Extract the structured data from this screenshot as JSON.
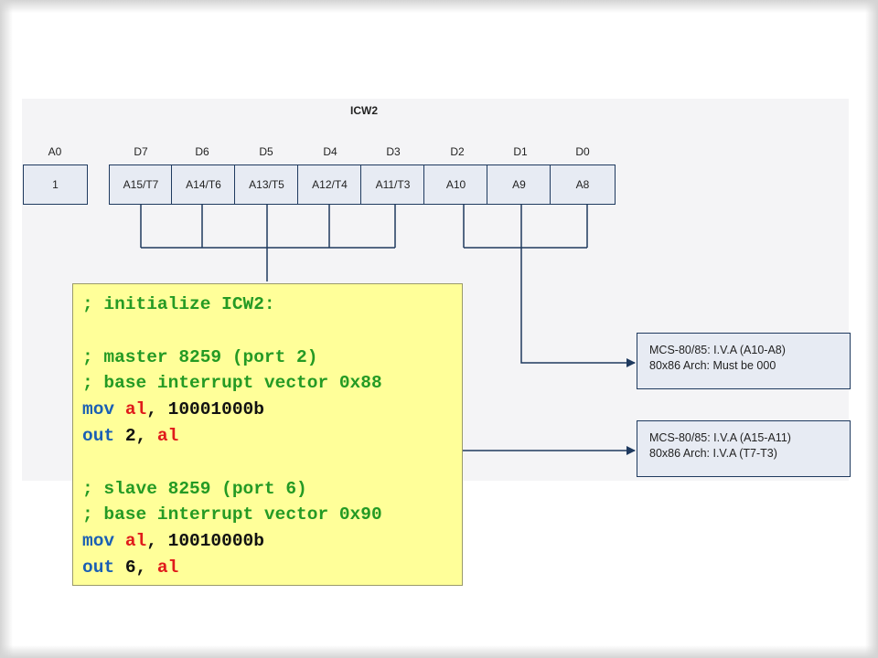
{
  "diagram": {
    "title": "ICW2",
    "a0_label": "A0",
    "a0_value": "1",
    "bits": [
      {
        "label": "D7",
        "value": "A15/T7"
      },
      {
        "label": "D6",
        "value": "A14/T6"
      },
      {
        "label": "D5",
        "value": "A13/T5"
      },
      {
        "label": "D4",
        "value": "A12/T4"
      },
      {
        "label": "D3",
        "value": "A11/T3"
      },
      {
        "label": "D2",
        "value": "A10"
      },
      {
        "label": "D1",
        "value": "A9"
      },
      {
        "label": "D0",
        "value": "A8"
      }
    ],
    "box_low": {
      "line1": "MCS-80/85: I.V.A (A10-A8)",
      "line2": "80x86 Arch: Must be 000"
    },
    "box_high": {
      "line1": "MCS-80/85: I.V.A (A15-A11)",
      "line2": "80x86 Arch: I.V.A (T7-T3)"
    }
  },
  "code": {
    "l1": "; initialize ICW2:",
    "l3": "; master 8259 (port 2)",
    "l4": "; base interrupt vector 0x88",
    "l5_kw": "mov",
    "l5_reg": "al",
    "l5_val": "10001000b",
    "l6_kw": "out",
    "l6_port": "2",
    "l6_reg": "al",
    "l8": "; slave 8259 (port 6)",
    "l9": "; base interrupt vector 0x90",
    "l10_kw": "mov",
    "l10_reg": "al",
    "l10_val": "10010000b",
    "l11_kw": "out",
    "l11_port": "6",
    "l11_reg": "al"
  },
  "colors": {
    "comment": "#249a24",
    "keyword": "#1a5fb4",
    "register": "#e01b1b",
    "code_bg": "#ffff99",
    "box_border": "#1f3a5f",
    "box_fill": "#e7ebf3",
    "line": "#1f3a5f"
  }
}
